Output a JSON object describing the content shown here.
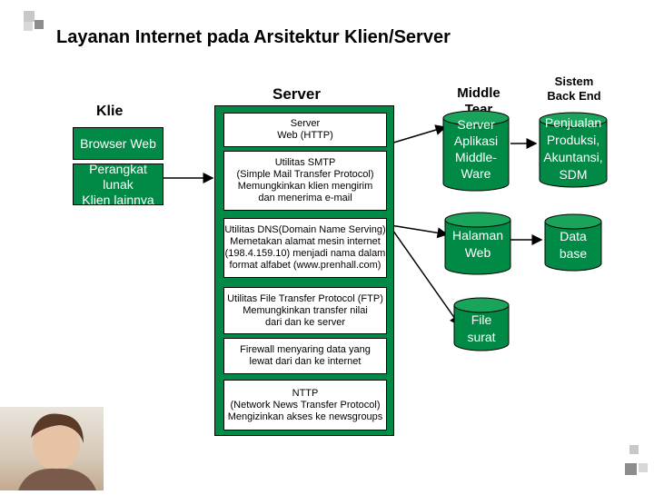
{
  "title": "Layanan Internet pada Arsitektur Klien/Server",
  "client": {
    "heading": "Klie\nn",
    "items": [
      "Browser Web",
      "Perangkat lunak\nKlien lainnya"
    ]
  },
  "server": {
    "heading": "Server",
    "items": [
      "Server\nWeb (HTTP)",
      "Utilitas SMTP\n(Simple Mail Transfer Protocol)\nMemungkinkan klien mengirim\ndan menerima e-mail",
      "Utilitas DNS(Domain Name Serving)\nMemetakan alamat mesin internet\n(198.4.159.10)  menjadi nama dalam\nformat alfabet (www.prenhall.com)",
      "Utilitas File Transfer Protocol (FTP)\nMemungkinkan transfer nilai\ndari dan ke server",
      "Firewall menyaring data yang\nlewat dari dan ke internet",
      "NTTP\n(Network News Transfer Protocol)\nMengizinkan akses ke newsgroups"
    ]
  },
  "middle_tier": {
    "heading": "Middle\nTear",
    "cylinders": [
      "Server\nAplikasi\nMiddle-\nWare",
      "Halaman\nWeb",
      "File\nsurat"
    ]
  },
  "backend": {
    "heading": "Sistem\nBack End",
    "cylinders": [
      "Penjualan\nProduksi,\nAkuntansi,\nSDM",
      "Data\nbase"
    ]
  },
  "colors": {
    "green": "#008a45",
    "square_dark": "#8c8c8c",
    "square_light": "#c8c8c8"
  }
}
